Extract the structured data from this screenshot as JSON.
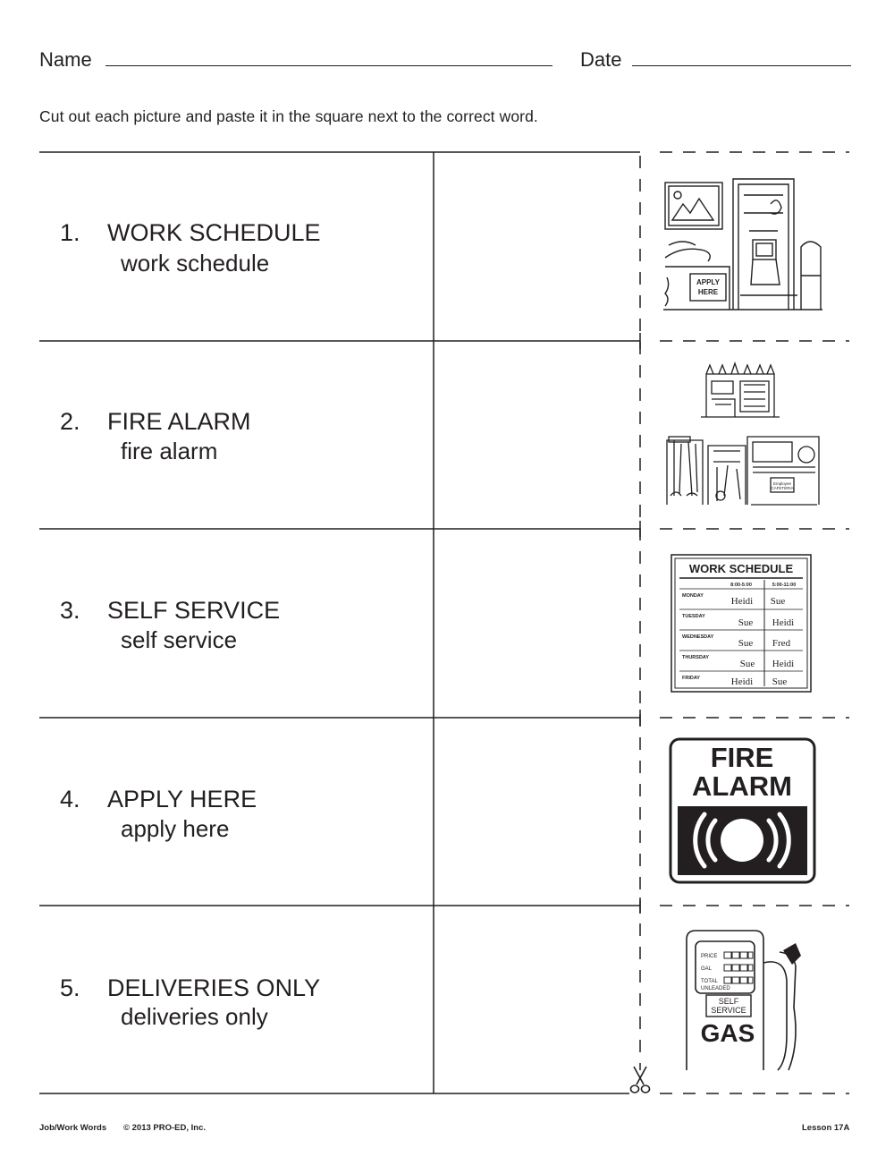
{
  "header": {
    "name_label": "Name",
    "date_label": "Date"
  },
  "instructions": "Cut out each picture and paste it in the square next to the correct word.",
  "items": [
    {
      "number": "1.",
      "upper": "WORK SCHEDULE",
      "lower": "work schedule"
    },
    {
      "number": "2.",
      "upper": "FIRE ALARM",
      "lower": "fire alarm"
    },
    {
      "number": "3.",
      "upper": "SELF SERVICE",
      "lower": "self service"
    },
    {
      "number": "4.",
      "upper": "APPLY HERE",
      "lower": "apply here"
    },
    {
      "number": "5.",
      "upper": "DELIVERIES ONLY",
      "lower": "deliveries only"
    }
  ],
  "pictures": {
    "apply_sign": "APPLY HERE",
    "schedule": {
      "title": "WORK SCHEDULE",
      "shifts": [
        "8:00-5:00",
        "5:00-11:00"
      ],
      "rows": [
        {
          "day": "MONDAY",
          "a": "Heidi",
          "b": "Sue"
        },
        {
          "day": "TUESDAY",
          "a": "Sue",
          "b": "Heidi"
        },
        {
          "day": "WEDNESDAY",
          "a": "Sue",
          "b": "Fred"
        },
        {
          "day": "THURSDAY",
          "a": "Sue",
          "b": "Heidi"
        },
        {
          "day": "FRIDAY",
          "a": "Heidi",
          "b": "Sue"
        }
      ]
    },
    "fire_alarm": [
      "FIRE",
      "ALARM"
    ],
    "gas_pump": {
      "price": "PRICE",
      "gal": "GAL",
      "total": "TOTAL",
      "unleaded": "UNLEADED",
      "self_service": [
        "SELF",
        "SERVICE"
      ],
      "gas": "GAS"
    }
  },
  "footer": {
    "left": "Job/Work Words",
    "copyright": "© 2013 PRO-ED, Inc.",
    "right": "Lesson 17A"
  }
}
